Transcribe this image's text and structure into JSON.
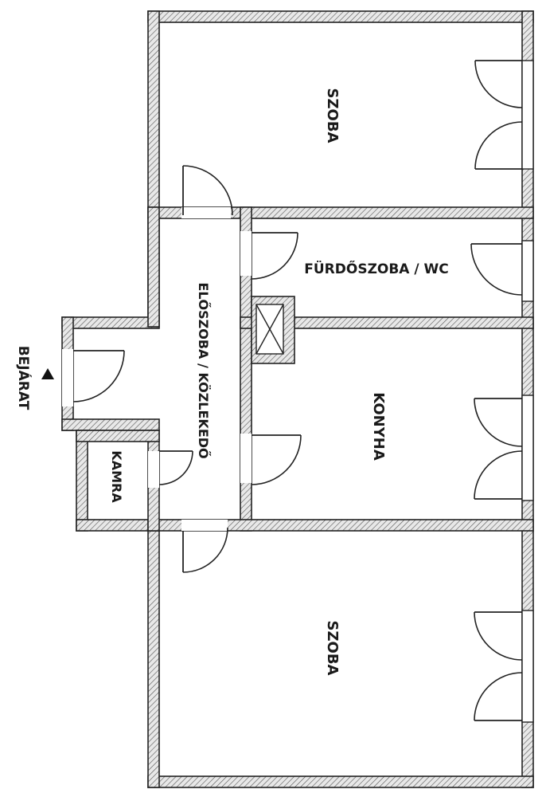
{
  "rooms": {
    "szoba_top": "SZOBA",
    "szoba_bottom": "SZOBA",
    "furdoszoba": "FÜRDŐSZOBA / WC",
    "konyha": "KONYHA",
    "eloszoba": "ELŐSZOBA / KÖZLEKEDŐ",
    "kamra": "KAMRA"
  },
  "entrance": {
    "label": "BEJÁRAT"
  },
  "colors": {
    "wall_stroke": "#222222",
    "background": "#ffffff"
  }
}
